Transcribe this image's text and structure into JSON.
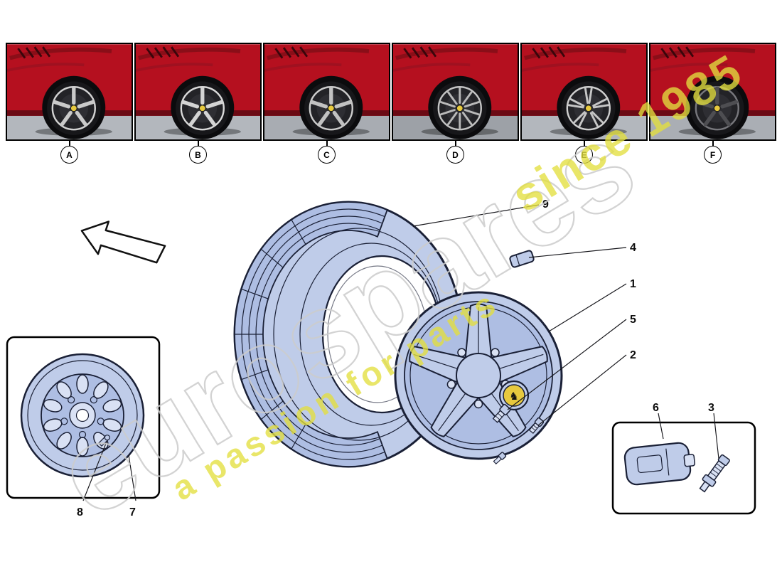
{
  "watermark": {
    "brand": "eurospares",
    "tagline": "a passion for parts",
    "tagline_since": "since 1985"
  },
  "colors": {
    "outline": "#1a2036",
    "part_fill": "#bfcce9",
    "part_mid": "#aebee3",
    "part_light": "#d9e1f4",
    "car_red": "#b5101f",
    "badge_yellow": "#e7c93e",
    "watermark_gray": "#cccccc",
    "watermark_yellow": "#e3df3f"
  },
  "thumbnails": [
    {
      "label": "A",
      "spoke_count": 5,
      "twin_spoke": false,
      "spoke_color": "#cacaca",
      "rim_color": "#d2d2d2"
    },
    {
      "label": "B",
      "spoke_count": 5,
      "twin_spoke": false,
      "spoke_color": "#d4d4d4",
      "rim_color": "#dadada"
    },
    {
      "label": "C",
      "spoke_count": 5,
      "twin_spoke": false,
      "spoke_color": "#c2c2c2",
      "rim_color": "#cccccc"
    },
    {
      "label": "D",
      "spoke_count": 10,
      "twin_spoke": false,
      "spoke_color": "#b9b9b9",
      "rim_color": "#c4c4c4"
    },
    {
      "label": "E",
      "spoke_count": 10,
      "twin_spoke": true,
      "spoke_color": "#c6c6c6",
      "rim_color": "#cfcfcf"
    },
    {
      "label": "F",
      "spoke_count": 5,
      "twin_spoke": false,
      "spoke_color": "#4e4e52",
      "rim_color": "#77777c"
    }
  ],
  "callouts": {
    "wheel": "1",
    "wheel_bolt": "2",
    "valve": "3",
    "balance_weight": "4",
    "hub_cap": "5",
    "tpms_sensor": "6",
    "spare_wheel": "7",
    "spare_valve": "8",
    "tyre": "9"
  },
  "icons": {
    "prancing_horse_glyph": "♞"
  }
}
